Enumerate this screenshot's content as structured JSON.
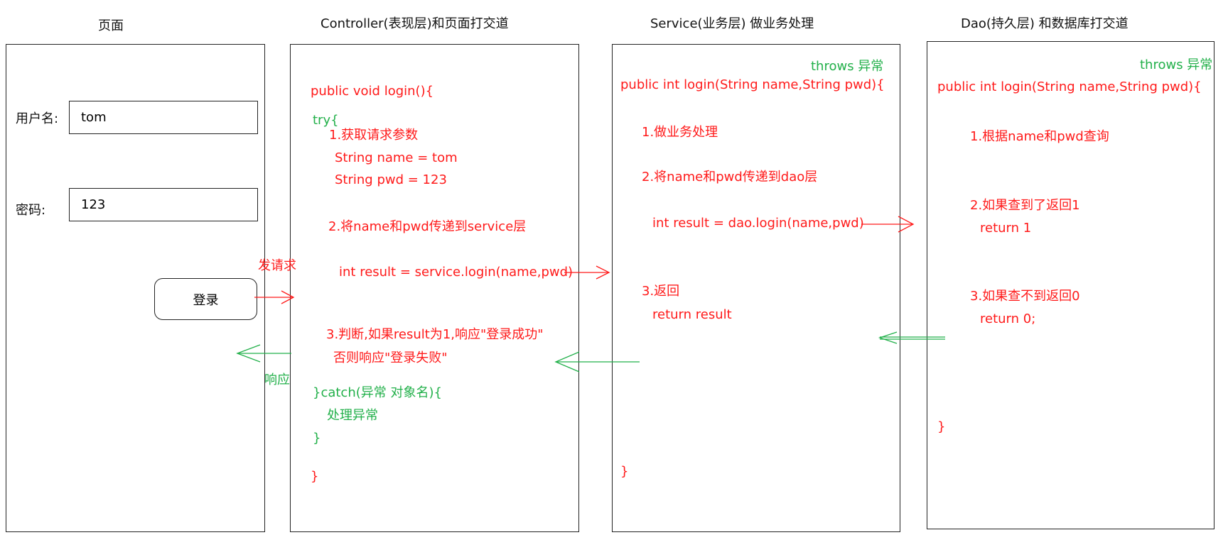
{
  "columns": {
    "page_title": "页面",
    "controller_title": "Controller(表现层)和页面打交道",
    "service_title": "Service(业务层) 做业务处理",
    "dao_title": "Dao(持久层) 和数据库打交道"
  },
  "page_panel": {
    "username_label": "用户名:",
    "username_value": "tom",
    "password_label": "密码:",
    "password_value": "123",
    "login_button": "登录"
  },
  "arrows": {
    "request_label": "发请求",
    "response_label": "响应"
  },
  "controller": {
    "line1": "public void login(){",
    "line2": "try{",
    "line3": "1.获取请求参数",
    "line4": "String name = tom",
    "line5": "String pwd = 123",
    "line6": "2.将name和pwd传递到service层",
    "line7": "int result = service.login(name,pwd)",
    "line8": "3.判断,如果result为1,响应\"登录成功\"",
    "line9": "否则响应\"登录失败\"",
    "line10": "}catch(异常 对象名){",
    "line11": "处理异常",
    "line12": "}",
    "line13": "}"
  },
  "service": {
    "throws": "throws 异常",
    "line1": "public int login(String name,String pwd){",
    "line2": "1.做业务处理",
    "line3": "2.将name和pwd传递到dao层",
    "line4": "int result = dao.login(name,pwd)",
    "line5": "3.返回",
    "line6": "return result",
    "line7": "}"
  },
  "dao": {
    "throws": "throws 异常",
    "line1": "public int login(String name,String pwd){",
    "line2": "1.根据name和pwd查询",
    "line3": "2.如果查到了返回1",
    "line4": "return 1",
    "line5": "3.如果查不到返回0",
    "line6": "return 0;",
    "line7": "}"
  },
  "colors": {
    "red": "#ff1a1a",
    "green": "#22b04a",
    "border": "#222222"
  }
}
